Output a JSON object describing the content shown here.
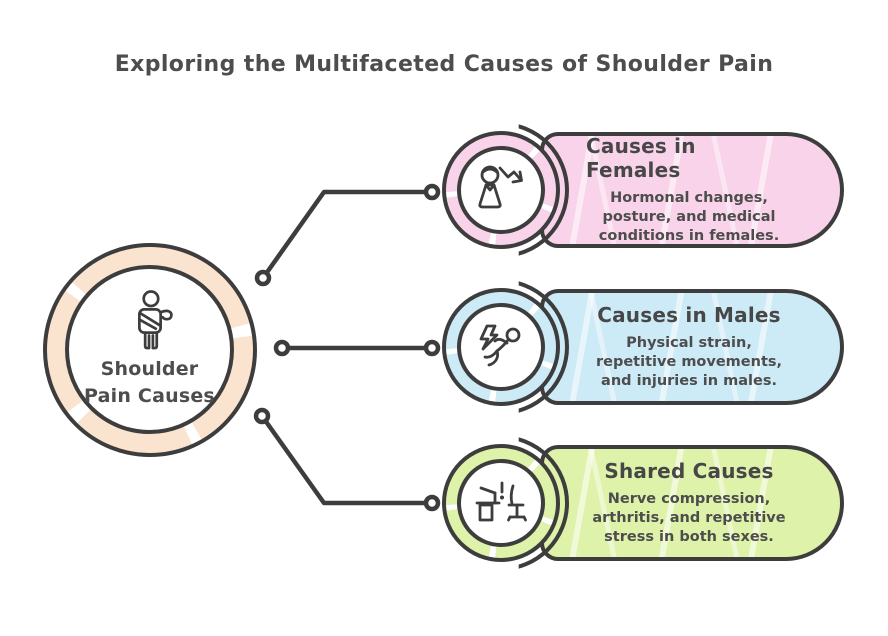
{
  "title": "Exploring the Multifaceted Causes of Shoulder Pain",
  "colors": {
    "stroke": "#3d3d3d",
    "text": "#4d4d4d",
    "center_ring": "#fbe4cf",
    "pink": "#f8d3e9",
    "blue": "#cdeaf7",
    "green": "#def2a9"
  },
  "center": {
    "label": "Shoulder Pain Causes",
    "label_line1": "Shoulder",
    "label_line2": "Pain Causes",
    "icon": "person-arm-sling-icon",
    "ring_color": "#fbe4cf"
  },
  "cards": [
    {
      "title": "Causes in Females",
      "description": "Hormonal changes, posture, and medical conditions in females.",
      "color": "#f8d3e9",
      "icon": "woman-trend-down-icon"
    },
    {
      "title": "Causes in Males",
      "description": "Physical strain, repetitive movements, and injuries in males.",
      "color": "#cdeaf7",
      "icon": "person-slipping-lightning-icon"
    },
    {
      "title": "Shared Causes",
      "description": "Nerve compression, arthritis, and repetitive stress in both sexes.",
      "color": "#def2a9",
      "icon": "desk-chair-posture-icon"
    }
  ]
}
